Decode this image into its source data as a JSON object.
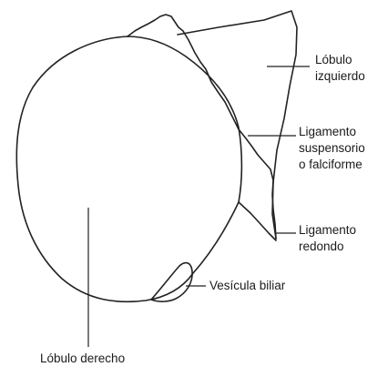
{
  "labels": {
    "left_lobe_line1": "Lóbulo",
    "left_lobe_line2": "izquierdo",
    "falciform_line1": "Ligamento",
    "falciform_line2": "suspensorio",
    "falciform_line3": "o falciforme",
    "round_ligament_line1": "Ligamento",
    "round_ligament_line2": "redondo",
    "gallbladder": "Vesícula biliar",
    "right_lobe": "Lóbulo derecho"
  },
  "colors": {
    "stroke": "#222222",
    "text": "#1a1a1a",
    "background": "#ffffff"
  }
}
